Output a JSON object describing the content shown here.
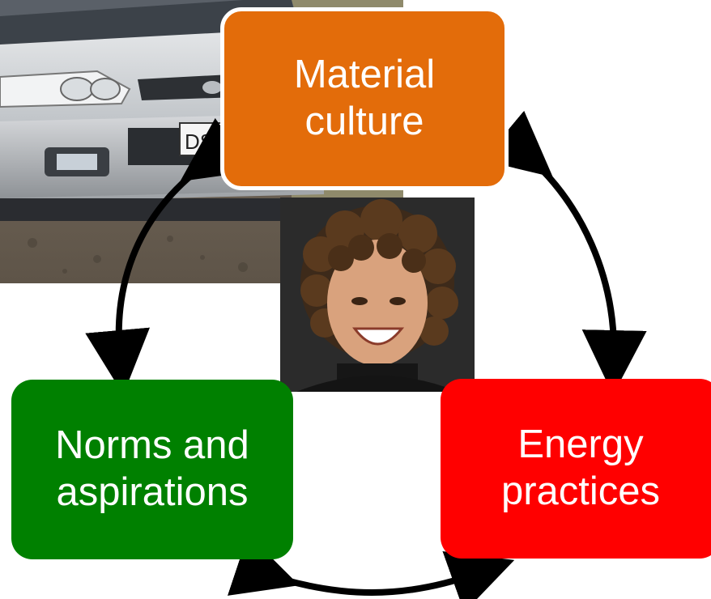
{
  "diagram": {
    "nodes": [
      {
        "id": "material",
        "label": "Material\nculture",
        "color": "#e36c0a"
      },
      {
        "id": "norms",
        "label": "Norms and\naspirations",
        "color": "#008000"
      },
      {
        "id": "energy",
        "label": "Energy\npractices",
        "color": "#ff0000"
      }
    ],
    "edges": [
      {
        "from": "material",
        "to": "norms",
        "bidirectional": true
      },
      {
        "from": "material",
        "to": "energy",
        "bidirectional": true
      },
      {
        "from": "norms",
        "to": "energy",
        "bidirectional": true
      }
    ],
    "car_plate_text": "DSZ",
    "arrow_color": "#000000"
  }
}
